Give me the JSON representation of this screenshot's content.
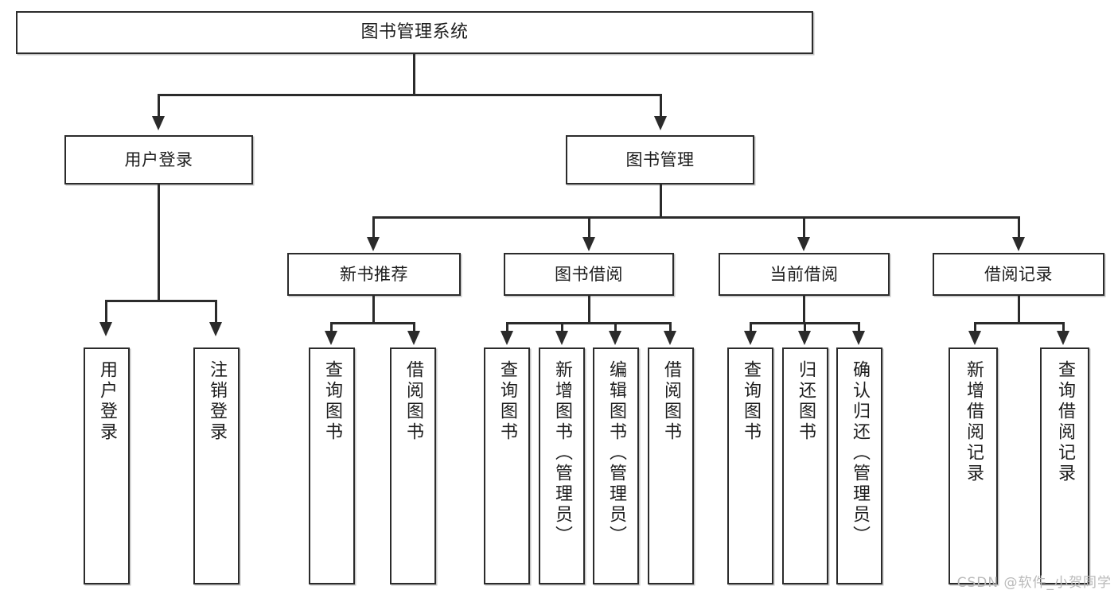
{
  "diagram": {
    "type": "tree",
    "title": "图书管理系统",
    "watermark": "CSDN @软件_小贺同学",
    "colors": {
      "box_border": "#2b2b2b",
      "box_fill": "#ffffff",
      "connector": "#2b2b2b",
      "watermark": "#b9b9b9",
      "background": "#ffffff"
    },
    "root": {
      "label": "图书管理系统"
    },
    "level2": [
      {
        "id": "user-login",
        "label": "用户登录"
      },
      {
        "id": "book-manage",
        "label": "图书管理"
      }
    ],
    "level3": [
      {
        "id": "new-book-recommend",
        "label": "新书推荐"
      },
      {
        "id": "book-borrow",
        "label": "图书借阅"
      },
      {
        "id": "current-borrow",
        "label": "当前借阅"
      },
      {
        "id": "borrow-record",
        "label": "借阅记录"
      }
    ],
    "leaves": {
      "user_login": [
        {
          "id": "leaf-user-login",
          "label": "用户登录"
        },
        {
          "id": "leaf-logout-login",
          "label": "注销登录"
        }
      ],
      "new_book_recommend": [
        {
          "id": "leaf-query-book-1",
          "label": "查询图书"
        },
        {
          "id": "leaf-borrow-book-1",
          "label": "借阅图书"
        }
      ],
      "book_borrow": [
        {
          "id": "leaf-query-book-2",
          "label": "查询图书"
        },
        {
          "id": "leaf-add-book-admin",
          "label": "新增图书（管理员）"
        },
        {
          "id": "leaf-edit-book-admin",
          "label": "编辑图书（管理员）"
        },
        {
          "id": "leaf-borrow-book-2",
          "label": "借阅图书"
        }
      ],
      "current_borrow": [
        {
          "id": "leaf-query-book-3",
          "label": "查询图书"
        },
        {
          "id": "leaf-return-book",
          "label": "归还图书"
        },
        {
          "id": "leaf-confirm-return-admin",
          "label": "确认归还（管理员）"
        }
      ],
      "borrow_record": [
        {
          "id": "leaf-add-borrow-record",
          "label": "新增借阅记录"
        },
        {
          "id": "leaf-query-borrow-record",
          "label": "查询借阅记录"
        }
      ]
    }
  }
}
